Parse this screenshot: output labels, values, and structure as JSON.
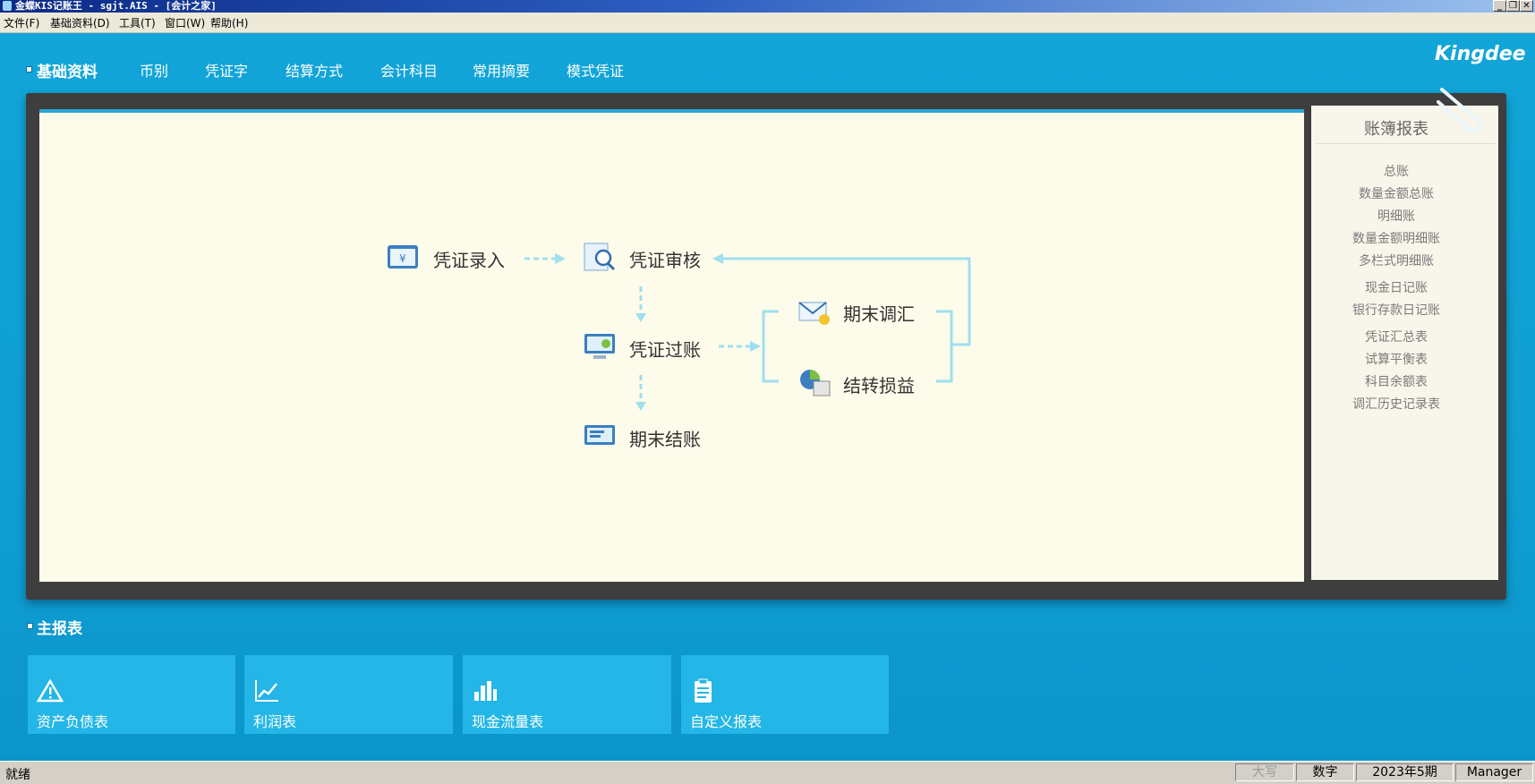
{
  "window": {
    "title": "金蝶KIS记账王 - sgjt.AIS - [会计之家]",
    "controls": [
      "_",
      "❐",
      "✕"
    ]
  },
  "menu": [
    "文件(F)",
    "基础资料(D)",
    "工具(T)",
    "窗口(W)",
    "帮助(H)"
  ],
  "brand": "Kingdee",
  "top_nav": {
    "title": "基础资料",
    "items": [
      "币别",
      "凭证字",
      "结算方式",
      "会计科目",
      "常用摘要",
      "模式凭证"
    ]
  },
  "flow": {
    "voucher_entry": "凭证录入",
    "voucher_review": "凭证审核",
    "voucher_posting": "凭证过账",
    "period_close": "期末结账",
    "period_adjust": "期末调汇",
    "transfer_pl": "结转损益"
  },
  "side_panel": {
    "title": "账簿报表",
    "links": [
      "总账",
      "数量金额总账",
      "明细账",
      "数量金额明细账",
      "多栏式明细账",
      "现金日记账",
      "银行存款日记账",
      "凭证汇总表",
      "试算平衡表",
      "科目余额表",
      "调汇历史记录表"
    ]
  },
  "reports": {
    "title": "主报表",
    "tiles": [
      "资产负债表",
      "利润表",
      "现金流量表",
      "自定义报表"
    ]
  },
  "status": {
    "ready": "就绪",
    "caps": "大写",
    "num": "数字",
    "period": "2023年5期",
    "user": "Manager"
  },
  "colors": {
    "background": "#0ea3d6",
    "canvas": "#fdfbea",
    "flow_arrow": "#9fdff0",
    "tile": "#23b6e6"
  }
}
